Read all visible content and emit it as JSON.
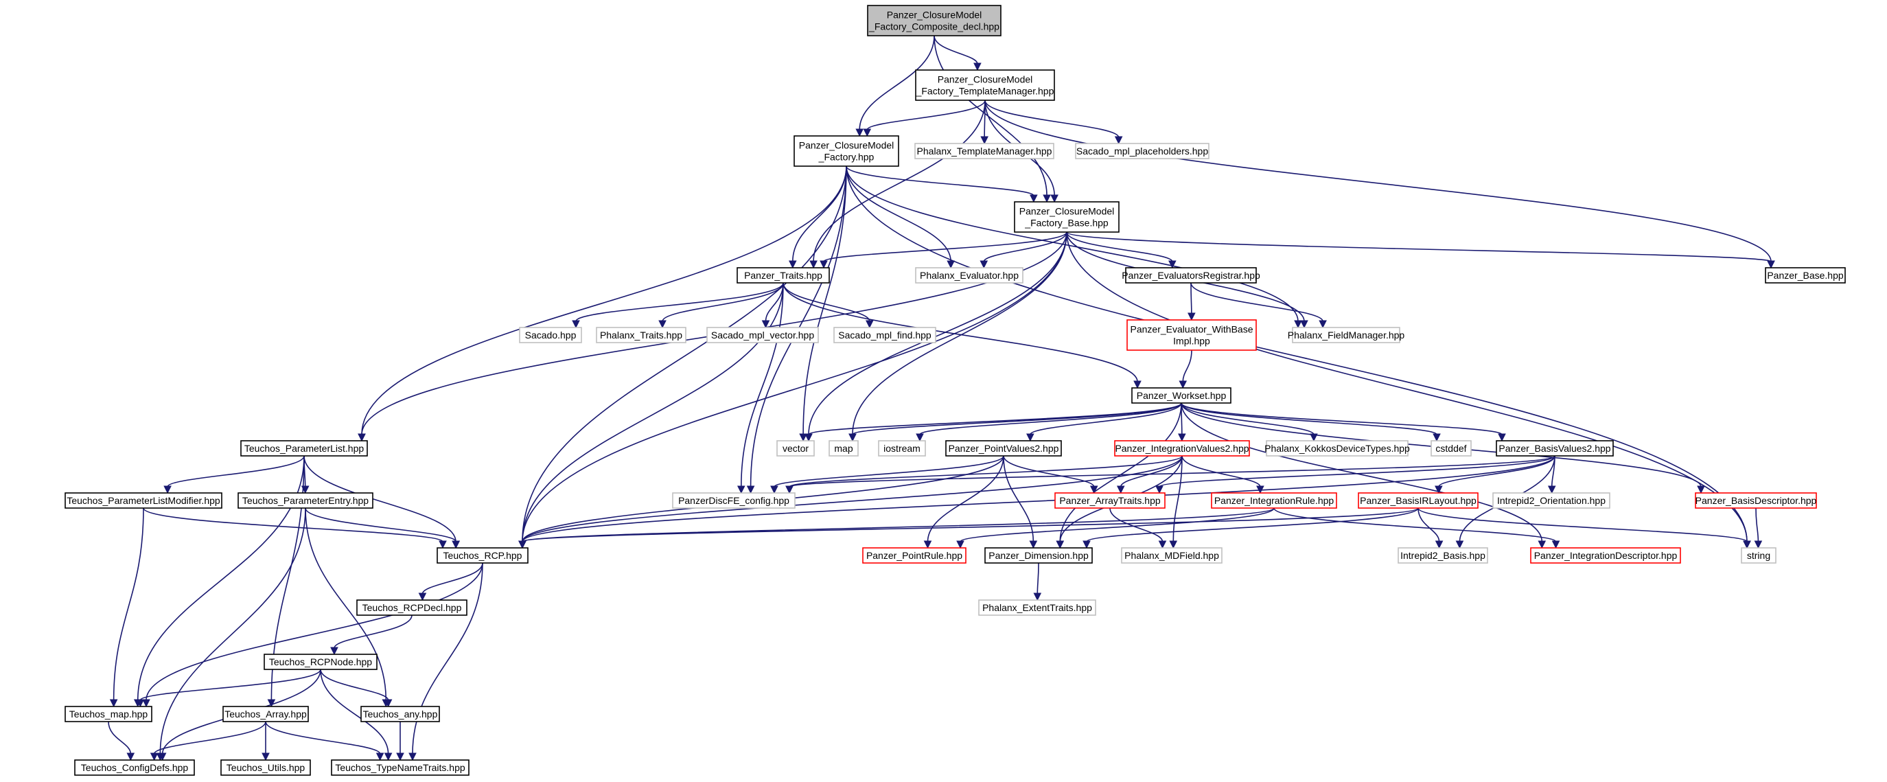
{
  "nodes": [
    {
      "id": "root",
      "lines": [
        "Panzer_ClosureModel",
        "_Factory_Composite_decl.hpp"
      ],
      "kind": "main"
    },
    {
      "id": "tmgr",
      "lines": [
        "Panzer_ClosureModel",
        "_Factory_TemplateManager.hpp"
      ],
      "kind": "doc"
    },
    {
      "id": "factory",
      "lines": [
        "Panzer_ClosureModel",
        "_Factory.hpp"
      ],
      "kind": "doc"
    },
    {
      "id": "phx_tm",
      "lines": [
        "Phalanx_TemplateManager.hpp"
      ],
      "kind": "undoc"
    },
    {
      "id": "sacado_ph",
      "lines": [
        "Sacado_mpl_placeholders.hpp"
      ],
      "kind": "undoc"
    },
    {
      "id": "base",
      "lines": [
        "Panzer_ClosureModel",
        "_Factory_Base.hpp"
      ],
      "kind": "doc"
    },
    {
      "id": "traits",
      "lines": [
        "Panzer_Traits.hpp"
      ],
      "kind": "doc"
    },
    {
      "id": "phx_eval",
      "lines": [
        "Phalanx_Evaluator.hpp"
      ],
      "kind": "undoc"
    },
    {
      "id": "eval_reg",
      "lines": [
        "Panzer_EvaluatorsRegistrar.hpp"
      ],
      "kind": "doc"
    },
    {
      "id": "panzer_base",
      "lines": [
        "Panzer_Base.hpp"
      ],
      "kind": "doc"
    },
    {
      "id": "sacado",
      "lines": [
        "Sacado.hpp"
      ],
      "kind": "undoc"
    },
    {
      "id": "phx_traits",
      "lines": [
        "Phalanx_Traits.hpp"
      ],
      "kind": "undoc"
    },
    {
      "id": "sacado_vec",
      "lines": [
        "Sacado_mpl_vector.hpp"
      ],
      "kind": "undoc"
    },
    {
      "id": "sacado_find",
      "lines": [
        "Sacado_mpl_find.hpp"
      ],
      "kind": "undoc"
    },
    {
      "id": "eval_wb",
      "lines": [
        "Panzer_Evaluator_WithBase",
        "Impl.hpp"
      ],
      "kind": "trunc"
    },
    {
      "id": "phx_fm",
      "lines": [
        "Phalanx_FieldManager.hpp"
      ],
      "kind": "undoc"
    },
    {
      "id": "workset",
      "lines": [
        "Panzer_Workset.hpp"
      ],
      "kind": "doc"
    },
    {
      "id": "plist",
      "lines": [
        "Teuchos_ParameterList.hpp"
      ],
      "kind": "doc"
    },
    {
      "id": "vector",
      "lines": [
        "vector"
      ],
      "kind": "undoc"
    },
    {
      "id": "map",
      "lines": [
        "map"
      ],
      "kind": "undoc"
    },
    {
      "id": "iostream",
      "lines": [
        "iostream"
      ],
      "kind": "undoc"
    },
    {
      "id": "pv2",
      "lines": [
        "Panzer_PointValues2.hpp"
      ],
      "kind": "doc"
    },
    {
      "id": "iv2",
      "lines": [
        "Panzer_IntegrationValues2.hpp"
      ],
      "kind": "trunc"
    },
    {
      "id": "kokkos",
      "lines": [
        "Phalanx_KokkosDeviceTypes.hpp"
      ],
      "kind": "undoc"
    },
    {
      "id": "cstddef",
      "lines": [
        "cstddef"
      ],
      "kind": "undoc"
    },
    {
      "id": "bv2",
      "lines": [
        "Panzer_BasisValues2.hpp"
      ],
      "kind": "doc"
    },
    {
      "id": "plmod",
      "lines": [
        "Teuchos_ParameterListModifier.hpp"
      ],
      "kind": "doc"
    },
    {
      "id": "pentry",
      "lines": [
        "Teuchos_ParameterEntry.hpp"
      ],
      "kind": "doc"
    },
    {
      "id": "discfe",
      "lines": [
        "PanzerDiscFE_config.hpp"
      ],
      "kind": "undoc"
    },
    {
      "id": "arrtraits",
      "lines": [
        "Panzer_ArrayTraits.hpp"
      ],
      "kind": "trunc"
    },
    {
      "id": "irule",
      "lines": [
        "Panzer_IntegrationRule.hpp"
      ],
      "kind": "trunc"
    },
    {
      "id": "birl",
      "lines": [
        "Panzer_BasisIRLayout.hpp"
      ],
      "kind": "trunc"
    },
    {
      "id": "intrepid_or",
      "lines": [
        "Intrepid2_Orientation.hpp"
      ],
      "kind": "undoc"
    },
    {
      "id": "bdesc",
      "lines": [
        "Panzer_BasisDescriptor.hpp"
      ],
      "kind": "trunc"
    },
    {
      "id": "rcp",
      "lines": [
        "Teuchos_RCP.hpp"
      ],
      "kind": "doc"
    },
    {
      "id": "prule",
      "lines": [
        "Panzer_PointRule.hpp"
      ],
      "kind": "trunc"
    },
    {
      "id": "dim",
      "lines": [
        "Panzer_Dimension.hpp"
      ],
      "kind": "doc"
    },
    {
      "id": "mdfield",
      "lines": [
        "Phalanx_MDField.hpp"
      ],
      "kind": "undoc"
    },
    {
      "id": "intrepid_basis",
      "lines": [
        "Intrepid2_Basis.hpp"
      ],
      "kind": "undoc"
    },
    {
      "id": "idesc",
      "lines": [
        "Panzer_IntegrationDescriptor.hpp"
      ],
      "kind": "trunc"
    },
    {
      "id": "string",
      "lines": [
        "string"
      ],
      "kind": "undoc"
    },
    {
      "id": "rcpdecl",
      "lines": [
        "Teuchos_RCPDecl.hpp"
      ],
      "kind": "doc"
    },
    {
      "id": "extent",
      "lines": [
        "Phalanx_ExtentTraits.hpp"
      ],
      "kind": "undoc"
    },
    {
      "id": "rcpnode",
      "lines": [
        "Teuchos_RCPNode.hpp"
      ],
      "kind": "doc"
    },
    {
      "id": "tmap",
      "lines": [
        "Teuchos_map.hpp"
      ],
      "kind": "doc"
    },
    {
      "id": "tarray",
      "lines": [
        "Teuchos_Array.hpp"
      ],
      "kind": "doc"
    },
    {
      "id": "tany",
      "lines": [
        "Teuchos_any.hpp"
      ],
      "kind": "doc"
    },
    {
      "id": "cfgdefs",
      "lines": [
        "Teuchos_ConfigDefs.hpp"
      ],
      "kind": "doc"
    },
    {
      "id": "tutils",
      "lines": [
        "Teuchos_Utils.hpp"
      ],
      "kind": "doc"
    },
    {
      "id": "tnt",
      "lines": [
        "Teuchos_TypeNameTraits.hpp"
      ],
      "kind": "doc"
    }
  ],
  "edges": [
    [
      "root",
      "tmgr"
    ],
    [
      "root",
      "factory"
    ],
    [
      "root",
      "base"
    ],
    [
      "tmgr",
      "factory"
    ],
    [
      "tmgr",
      "phx_tm"
    ],
    [
      "tmgr",
      "sacado_ph"
    ],
    [
      "tmgr",
      "base"
    ],
    [
      "tmgr",
      "traits"
    ],
    [
      "tmgr",
      "panzer_base"
    ],
    [
      "factory",
      "base"
    ],
    [
      "factory",
      "traits"
    ],
    [
      "factory",
      "phx_eval"
    ],
    [
      "factory",
      "phx_fm"
    ],
    [
      "factory",
      "plist"
    ],
    [
      "factory",
      "rcp"
    ],
    [
      "factory",
      "discfe"
    ],
    [
      "factory",
      "vector"
    ],
    [
      "factory",
      "string"
    ],
    [
      "base",
      "traits"
    ],
    [
      "base",
      "phx_eval"
    ],
    [
      "base",
      "eval_reg"
    ],
    [
      "base",
      "panzer_base"
    ],
    [
      "base",
      "phx_fm"
    ],
    [
      "base",
      "plist"
    ],
    [
      "base",
      "rcp"
    ],
    [
      "base",
      "vector"
    ],
    [
      "base",
      "map"
    ],
    [
      "base",
      "string"
    ],
    [
      "traits",
      "sacado"
    ],
    [
      "traits",
      "phx_traits"
    ],
    [
      "traits",
      "sacado_vec"
    ],
    [
      "traits",
      "sacado_find"
    ],
    [
      "traits",
      "workset"
    ],
    [
      "traits",
      "rcp"
    ],
    [
      "traits",
      "discfe"
    ],
    [
      "eval_reg",
      "eval_wb"
    ],
    [
      "eval_reg",
      "phx_fm"
    ],
    [
      "eval_wb",
      "workset"
    ],
    [
      "workset",
      "vector"
    ],
    [
      "workset",
      "map"
    ],
    [
      "workset",
      "iostream"
    ],
    [
      "workset",
      "pv2"
    ],
    [
      "workset",
      "iv2"
    ],
    [
      "workset",
      "kokkos"
    ],
    [
      "workset",
      "cstddef"
    ],
    [
      "workset",
      "bv2"
    ],
    [
      "workset",
      "bdesc"
    ],
    [
      "workset",
      "idesc"
    ],
    [
      "workset",
      "dim"
    ],
    [
      "plist",
      "plmod"
    ],
    [
      "plist",
      "pentry"
    ],
    [
      "plist",
      "rcp"
    ],
    [
      "plist",
      "tmap"
    ],
    [
      "plist",
      "tarray"
    ],
    [
      "plmod",
      "rcp"
    ],
    [
      "plmod",
      "tmap"
    ],
    [
      "pentry",
      "rcp"
    ],
    [
      "pentry",
      "tany"
    ],
    [
      "pentry",
      "cfgdefs"
    ],
    [
      "pv2",
      "discfe"
    ],
    [
      "pv2",
      "arrtraits"
    ],
    [
      "pv2",
      "prule"
    ],
    [
      "pv2",
      "dim"
    ],
    [
      "pv2",
      "rcp"
    ],
    [
      "iv2",
      "discfe"
    ],
    [
      "iv2",
      "arrtraits"
    ],
    [
      "iv2",
      "irule"
    ],
    [
      "iv2",
      "mdfield"
    ],
    [
      "iv2",
      "dim"
    ],
    [
      "iv2",
      "rcp"
    ],
    [
      "bv2",
      "discfe"
    ],
    [
      "bv2",
      "arrtraits"
    ],
    [
      "bv2",
      "birl"
    ],
    [
      "bv2",
      "intrepid_or"
    ],
    [
      "bv2",
      "intrepid_basis"
    ],
    [
      "bv2",
      "rcp"
    ],
    [
      "arrtraits",
      "mdfield"
    ],
    [
      "irule",
      "rcp"
    ],
    [
      "irule",
      "idesc"
    ],
    [
      "irule",
      "prule"
    ],
    [
      "birl",
      "intrepid_basis"
    ],
    [
      "birl",
      "string"
    ],
    [
      "birl",
      "dim"
    ],
    [
      "birl",
      "rcp"
    ],
    [
      "bdesc",
      "string"
    ],
    [
      "dim",
      "extent"
    ],
    [
      "rcp",
      "rcpdecl"
    ],
    [
      "rcp",
      "tmap"
    ],
    [
      "rcp",
      "tnt"
    ],
    [
      "rcpdecl",
      "rcpnode"
    ],
    [
      "rcpnode",
      "tmap"
    ],
    [
      "rcpnode",
      "tany"
    ],
    [
      "rcpnode",
      "cfgdefs"
    ],
    [
      "rcpnode",
      "tnt"
    ],
    [
      "tmap",
      "cfgdefs"
    ],
    [
      "tarray",
      "cfgdefs"
    ],
    [
      "tarray",
      "tutils"
    ],
    [
      "tarray",
      "tnt"
    ],
    [
      "tany",
      "tnt"
    ]
  ]
}
